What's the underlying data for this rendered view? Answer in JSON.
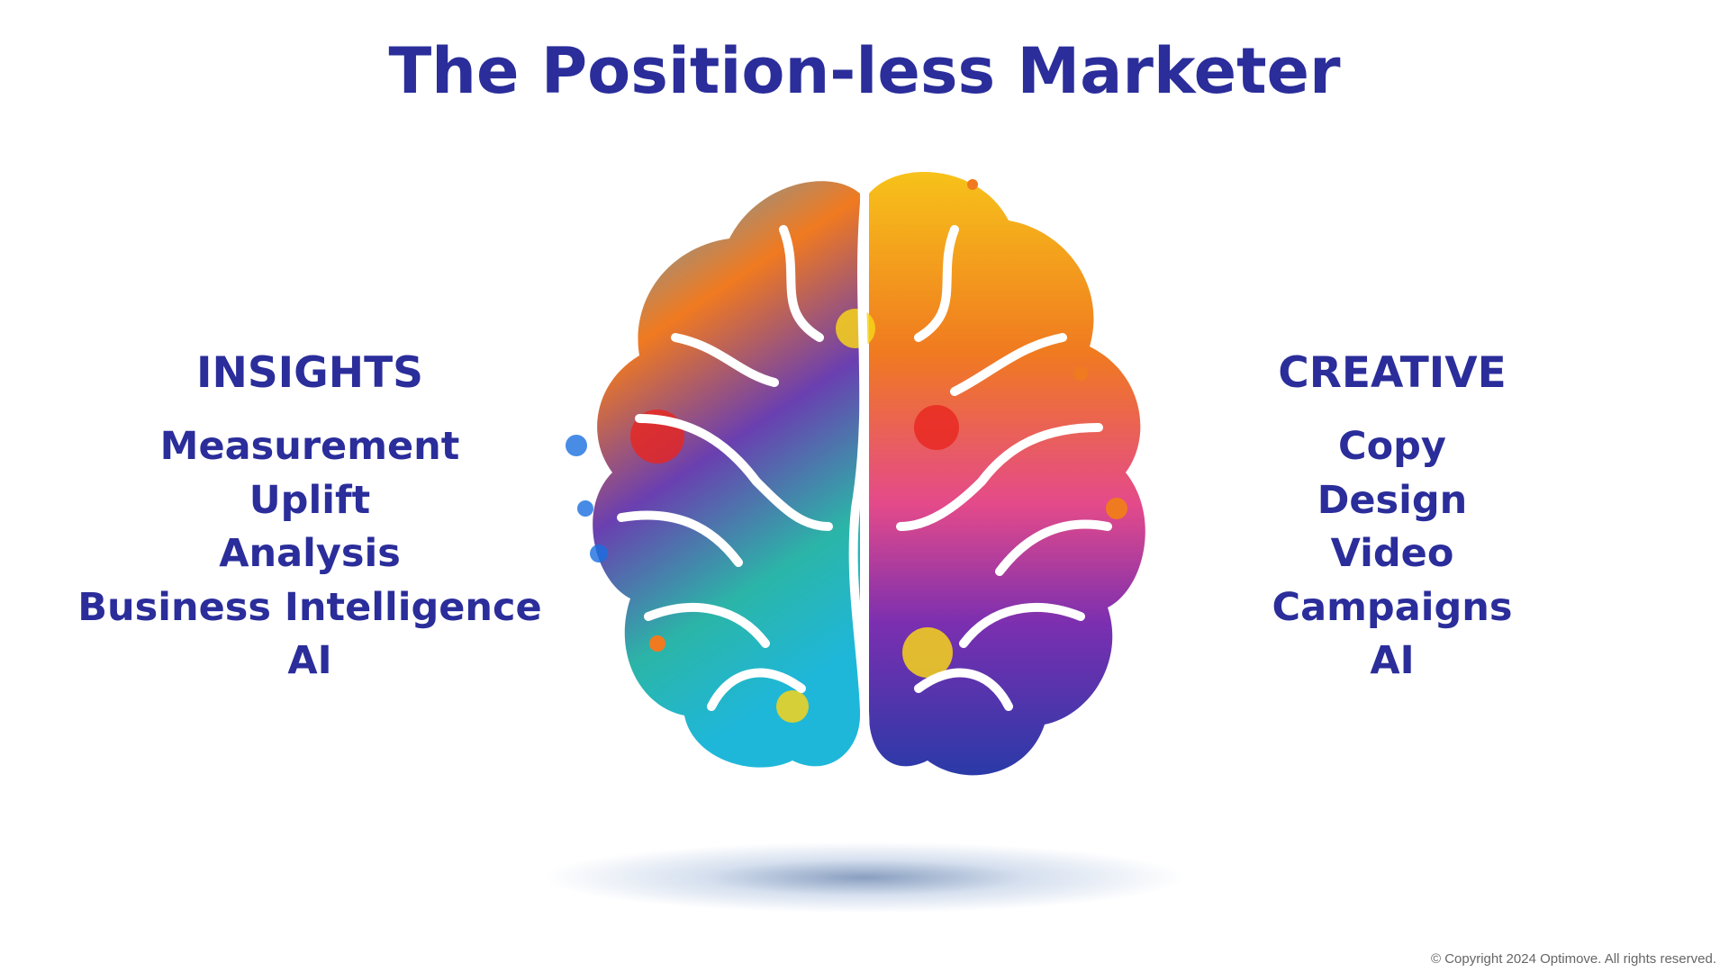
{
  "title": "The Position-less Marketer",
  "insights": {
    "heading": "INSIGHTS",
    "items": [
      "Measurement",
      "Uplift",
      "Analysis",
      "Business Intelligence",
      "AI"
    ]
  },
  "creative": {
    "heading": "CREATIVE",
    "items": [
      "Copy",
      "Design",
      "Video",
      "Campaigns",
      "AI"
    ]
  },
  "copyright": "© Copyright 2024 Optimove. All rights reserved.",
  "colors": {
    "text": "#2a2d9a"
  }
}
